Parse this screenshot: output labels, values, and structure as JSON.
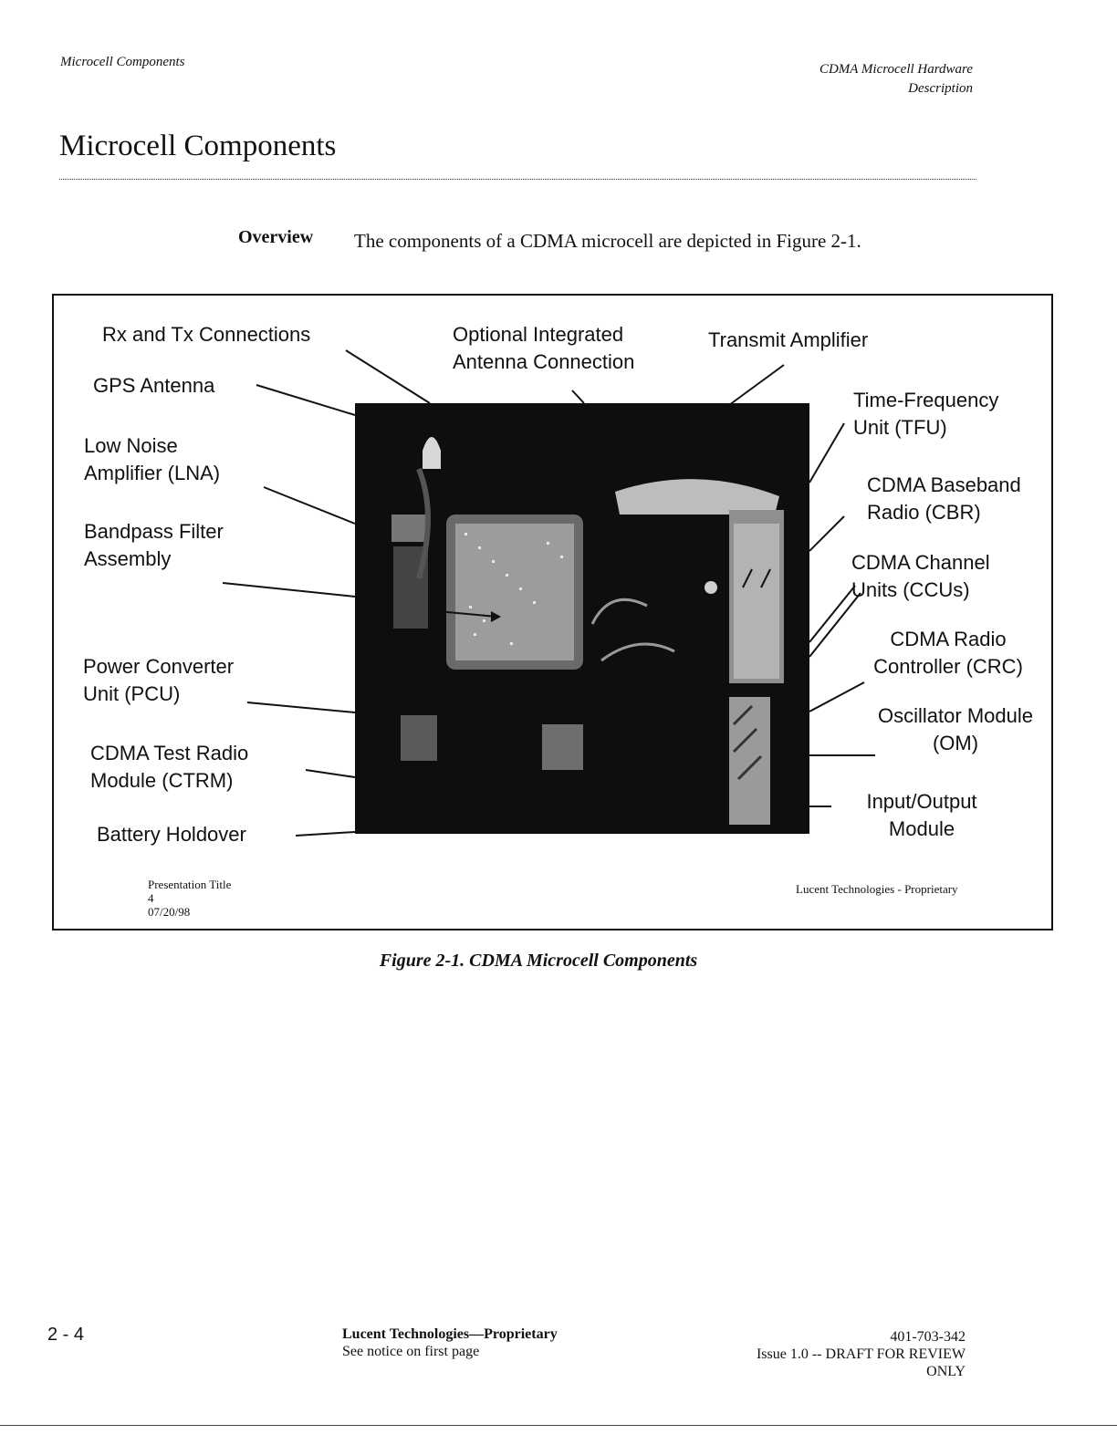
{
  "header": {
    "left": "Microcell Components",
    "right_line1": "CDMA Microcell Hardware",
    "right_line2": "Description"
  },
  "title": "Microcell Components",
  "overview": {
    "label": "Overview",
    "text": "The components of a CDMA microcell are depicted in Figure 2-1."
  },
  "figure": {
    "labels": {
      "rx_tx": "Rx and Tx  Connections",
      "gps": "GPS Antenna",
      "lna_1": "Low Noise",
      "lna_2": "Amplifier (LNA)",
      "bpf_1": "Bandpass Filter",
      "bpf_2": "Assembly",
      "pcu_1": "Power Converter",
      "pcu_2": "Unit (PCU)",
      "ctrm_1": "CDMA Test Radio",
      "ctrm_2": "Module (CTRM)",
      "battery": "Battery Holdover",
      "opt_1": "Optional Integrated",
      "opt_2": "Antenna Connection",
      "tx_amp": "Transmit Amplifier",
      "tfu_1": "Time-Frequency",
      "tfu_2": "Unit (TFU)",
      "cbr_1": "CDMA Baseband",
      "cbr_2": "Radio (CBR)",
      "ccu_1": "CDMA Channel",
      "ccu_2": "Units (CCUs)",
      "crc_1": "CDMA Radio",
      "crc_2": "Controller (CRC)",
      "om_1": "Oscillator Module",
      "om_2": "(OM)",
      "io_1": "Input/Output",
      "io_2": "Module"
    },
    "slide_footer": {
      "title": "Presentation Title",
      "number": "4",
      "date": "07/20/98",
      "proprietary": "Lucent Technologies - Proprietary"
    },
    "caption": "Figure 2-1.  CDMA Microcell Components"
  },
  "footer": {
    "page": "2 - 4",
    "company": "Lucent Technologies—Proprietary",
    "notice": "See notice on first page",
    "doc_number": "401-703-342",
    "issue": "Issue 1.0 -- DRAFT FOR REVIEW",
    "only": "ONLY"
  }
}
